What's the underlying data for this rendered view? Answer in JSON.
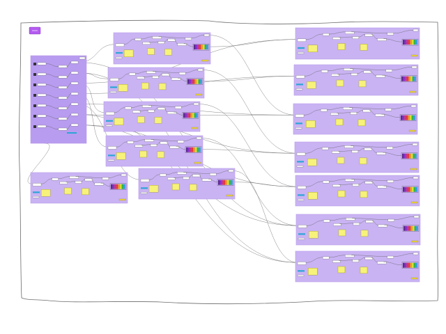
{
  "canvas": {
    "background": "#ffffff",
    "outline_color": "#6a6a6a"
  },
  "colors": {
    "group_fill": "#c9b3f3",
    "group_fill_dark": "#b89cf0",
    "scribble_fill": "#b45bf0",
    "panel_fill": "#f7f27a",
    "node_fill": "#ffffff",
    "wire": "#5c5c5c",
    "swatch_palette": [
      "#5b2a8c",
      "#8a2fd0",
      "#c62f7f",
      "#e23b3b",
      "#e89a2b",
      "#d6dc2d",
      "#34b34a",
      "#2f9de0"
    ]
  },
  "groups": [
    {
      "id": "source-group"
    },
    {
      "id": "group-left-1"
    },
    {
      "id": "group-left-2"
    },
    {
      "id": "group-left-3"
    },
    {
      "id": "group-left-4"
    },
    {
      "id": "group-left-5"
    },
    {
      "id": "group-bottom-left"
    },
    {
      "id": "group-right-1"
    },
    {
      "id": "group-right-2"
    },
    {
      "id": "group-right-3"
    },
    {
      "id": "group-right-4"
    },
    {
      "id": "group-right-5"
    },
    {
      "id": "group-right-6"
    },
    {
      "id": "group-right-7"
    }
  ]
}
